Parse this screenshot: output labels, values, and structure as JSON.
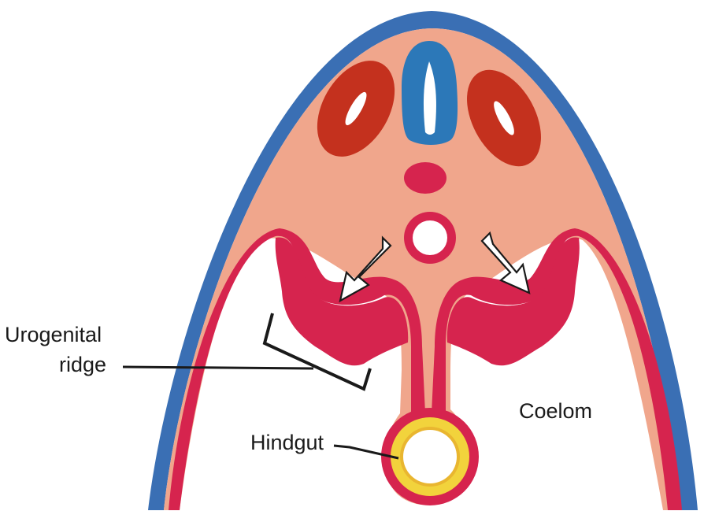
{
  "labels": {
    "urogenital_line1": "Urogenital",
    "urogenital_line2": "ridge",
    "hindgut": "Hindgut",
    "coelom": "Coelom"
  },
  "colors": {
    "background": "#ffffff",
    "ectoderm": "#3a6fb4",
    "mesenchyme": "#f0a68c",
    "mesoderm_red": "#d6244e",
    "somite": "#c4311e",
    "neural_tube": "#2c78b8",
    "endoderm": "#f2d33c",
    "outline": "#1a1a1a"
  },
  "icons": [
    "arrow-left-down-icon",
    "arrow-right-down-icon"
  ]
}
